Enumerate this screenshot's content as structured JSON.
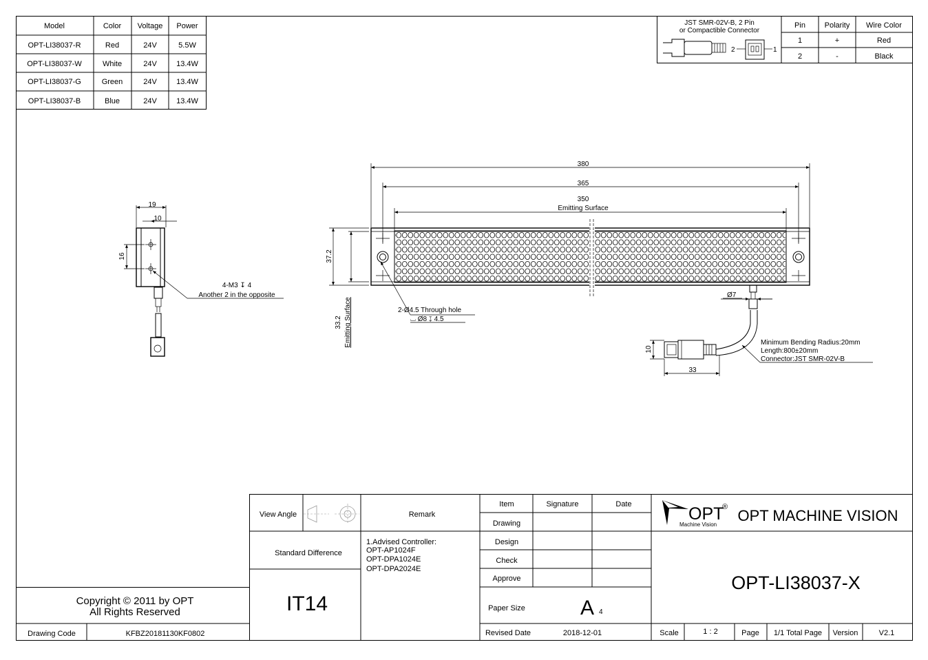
{
  "model_table": {
    "headers": [
      "Model",
      "Color",
      "Voltage",
      "Power"
    ],
    "rows": [
      [
        "OPT-LI38037-R",
        "Red",
        "24V",
        "5.5W"
      ],
      [
        "OPT-LI38037-W",
        "White",
        "24V",
        "13.4W"
      ],
      [
        "OPT-LI38037-G",
        "Green",
        "24V",
        "13.4W"
      ],
      [
        "OPT-LI38037-B",
        "Blue",
        "24V",
        "13.4W"
      ]
    ]
  },
  "connector_table": {
    "title_line1": "JST SMR-02V-B, 2 Pin",
    "title_line2": "or Compactible Connector",
    "pin_label_2": "2",
    "pin_label_1": "1",
    "headers": [
      "Pin",
      "Polarity",
      "Wire Color"
    ],
    "rows": [
      [
        "1",
        "+",
        "Red"
      ],
      [
        "2",
        "-",
        "Black"
      ]
    ]
  },
  "side_view": {
    "dim_19": "19",
    "dim_10": "10",
    "dim_16": "16",
    "note_line1": "4-M3 ↧ 4",
    "note_line2": "Another 2 in the opposite"
  },
  "front_view": {
    "dim_380": "380",
    "dim_365": "365",
    "dim_350": "350",
    "emitting_surface": "Emitting Surface",
    "dim_37_2": "37.2",
    "dim_33_2": "33.2",
    "emitting_surface_vertical": "Emitting Surface",
    "hole_note_line1": "2-Ø4.5 Through hole",
    "hole_note_line2": "⌴ Ø8 ↧ 4.5",
    "dim_phi7": "Ø7",
    "dim_10": "10",
    "dim_33": "33",
    "cable_note_line1": "Minimum Bending Radius:20mm",
    "cable_note_line2": "Length:800±20mm",
    "cable_note_line3": "Connector:JST SMR-02V-B"
  },
  "title_block": {
    "view_angle": "View Angle",
    "remark": "Remark",
    "item": "Item",
    "signature": "Signature",
    "date": "Date",
    "drawing": "Drawing",
    "design": "Design",
    "check": "Check",
    "approve": "Approve",
    "standard_difference": "Standard Difference",
    "tolerance": "IT14",
    "remark_line1": "1.Advised Controller:",
    "remark_line2": "OPT-AP1024F",
    "remark_line3": "OPT-DPA1024E",
    "remark_line4": "OPT-DPA2024E",
    "paper_size": "Paper Size",
    "paper_value": "A",
    "paper_sub": "4",
    "revised_date_label": "Revised Date",
    "revised_date": "2018-12-01",
    "scale_label": "Scale",
    "scale_value": "1 : 2",
    "page_label": "Page",
    "page_value": "1/1 Total Page",
    "version_label": "Version",
    "version_value": "V2.1",
    "logo_text": "OPT",
    "logo_reg": "®",
    "logo_sub": "Machine Vision",
    "company": "OPT MACHINE VISION",
    "part_number": "OPT-LI38037-X",
    "copyright_line1": "Copyright © 2011 by OPT",
    "copyright_line2": "All Rights Reserved",
    "drawing_code_label": "Drawing Code",
    "drawing_code": "KFBZ20181130KF0802"
  }
}
